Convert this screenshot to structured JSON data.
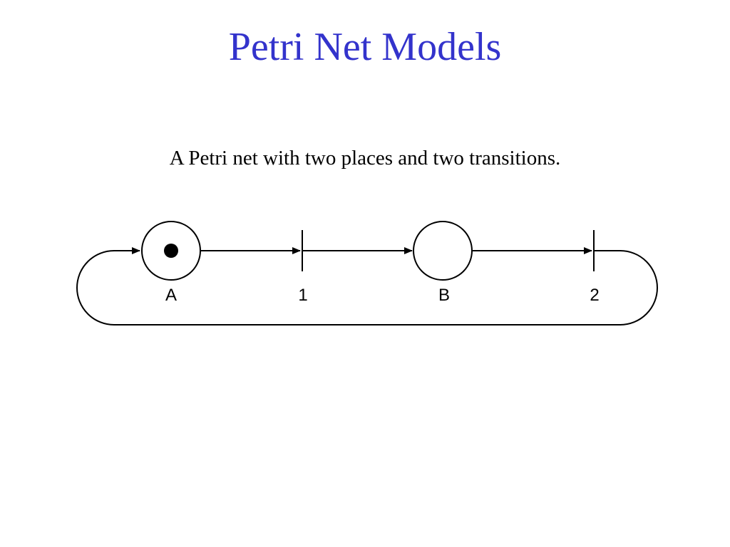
{
  "slide": {
    "title": "Petri Net Models",
    "caption": "A Petri net with two places and two transitions.",
    "title_color": "#3333cc"
  },
  "petri_net": {
    "places": [
      {
        "id": "A",
        "label": "A",
        "tokens": 1
      },
      {
        "id": "B",
        "label": "B",
        "tokens": 0
      }
    ],
    "transitions": [
      {
        "id": "1",
        "label": "1"
      },
      {
        "id": "2",
        "label": "2"
      }
    ],
    "arcs": [
      {
        "from": "A",
        "to": "1"
      },
      {
        "from": "1",
        "to": "B"
      },
      {
        "from": "B",
        "to": "2"
      },
      {
        "from": "2",
        "to": "A"
      }
    ]
  }
}
